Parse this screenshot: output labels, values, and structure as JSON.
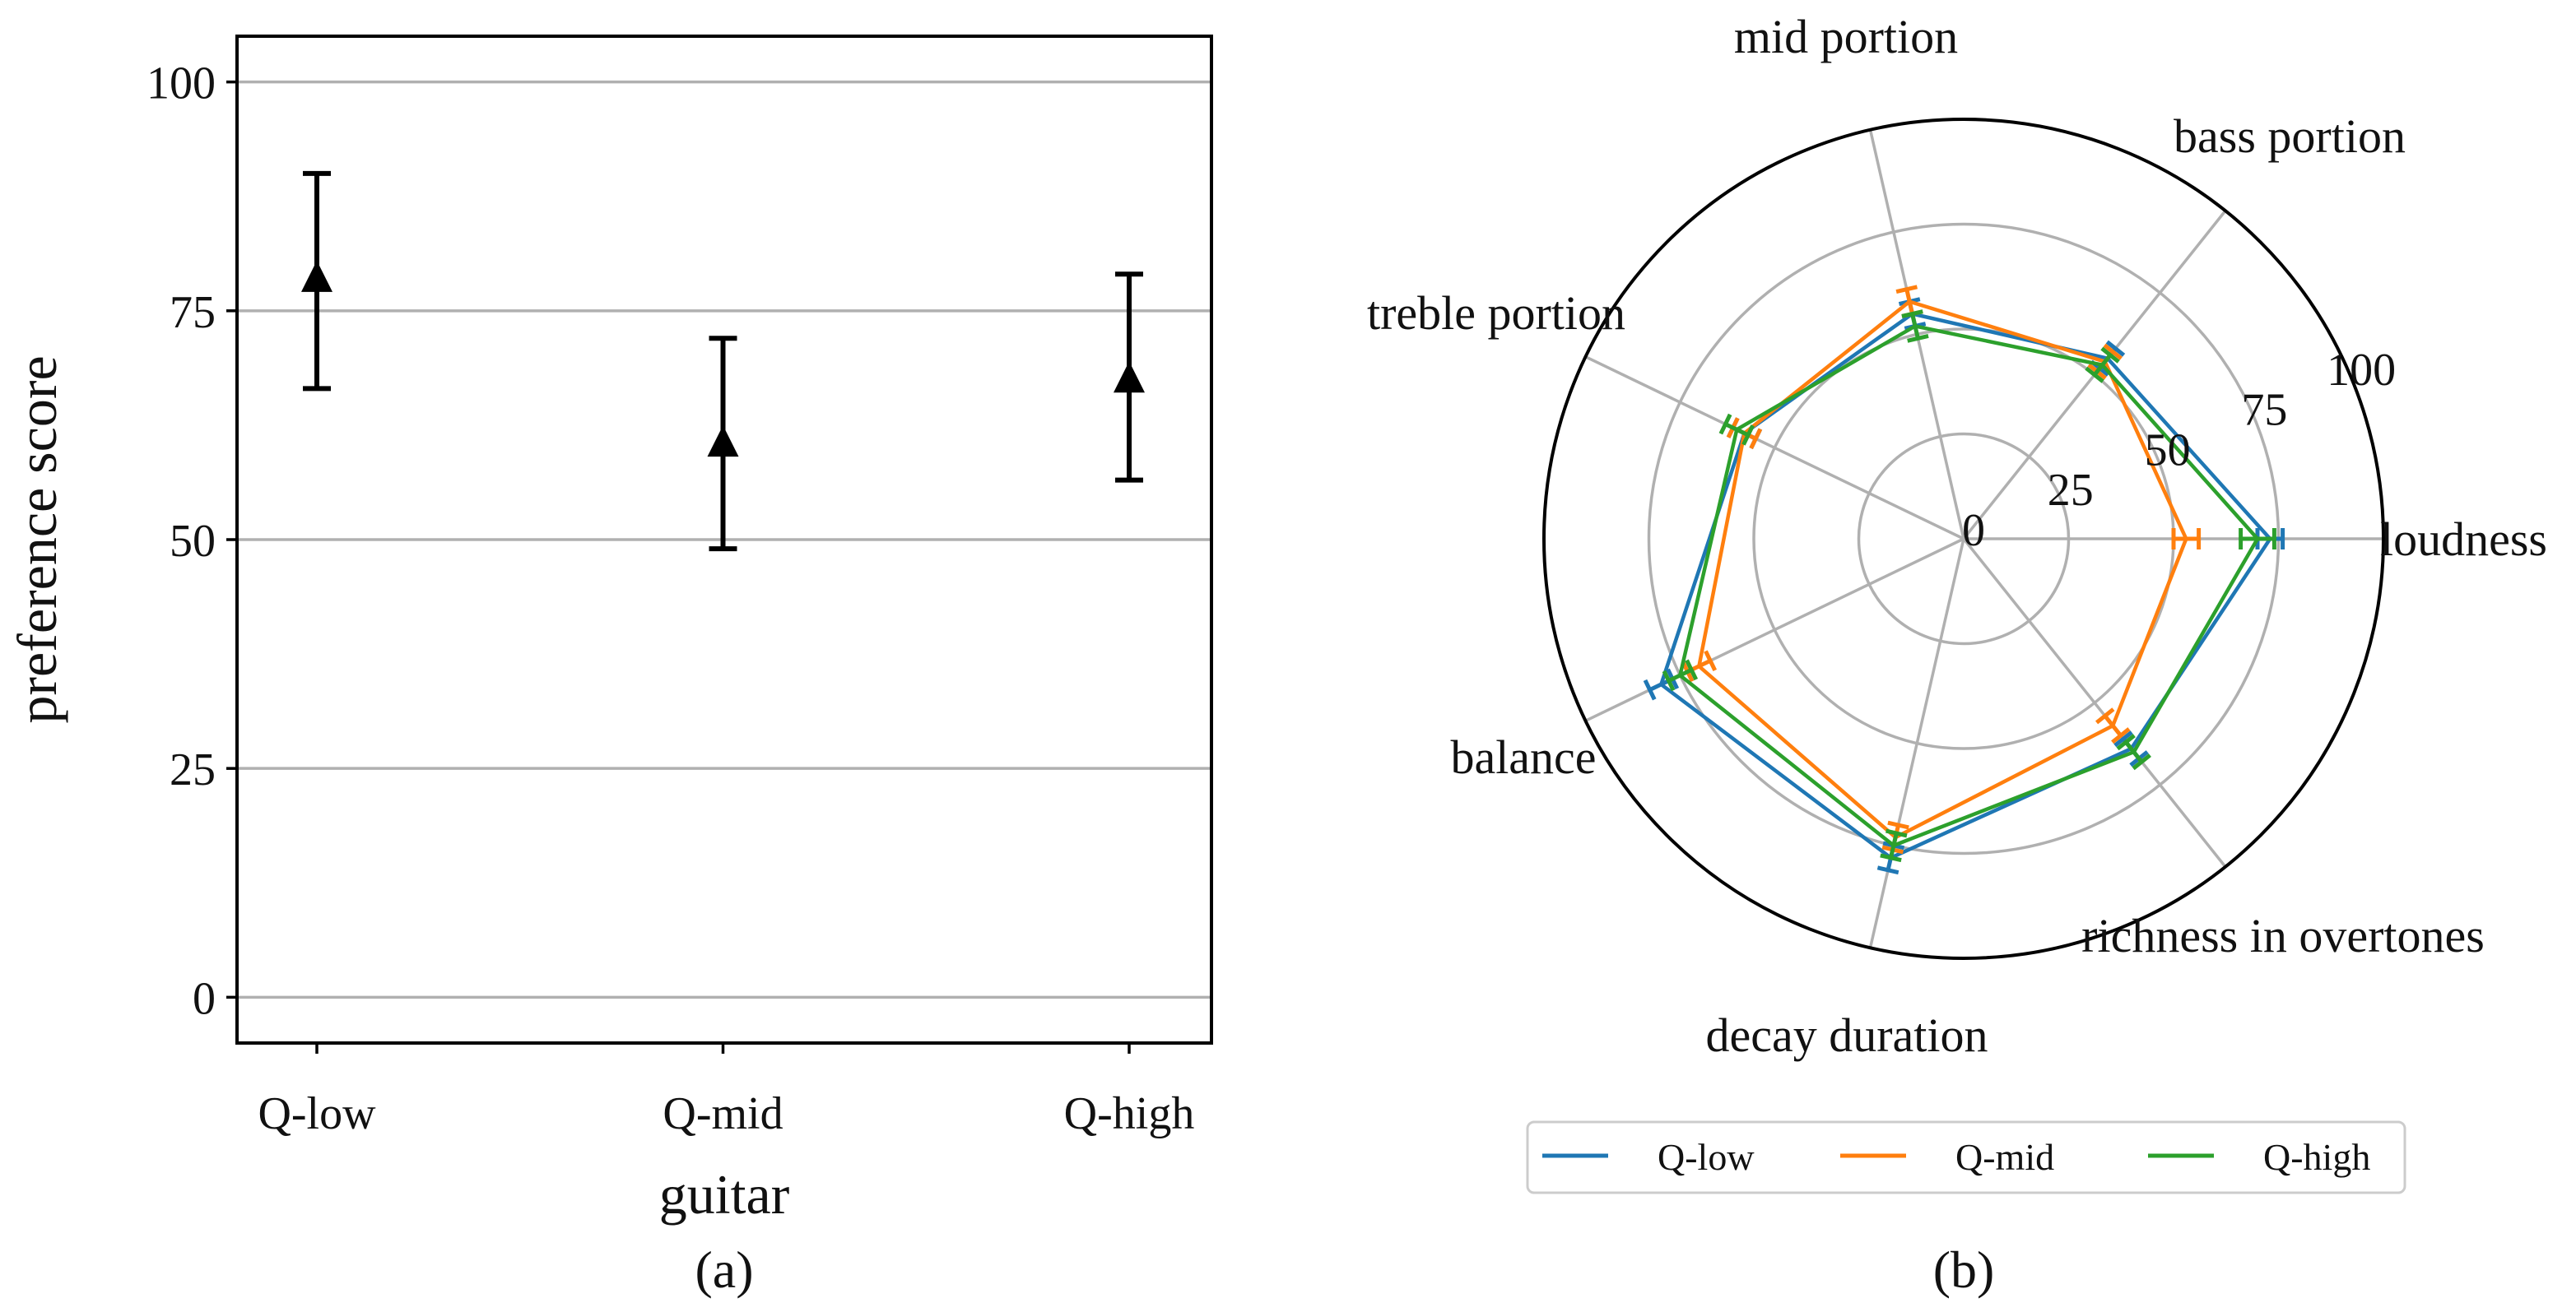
{
  "chart_data": [
    {
      "type": "scatter",
      "panel_label": "(a)",
      "xlabel": "guitar",
      "ylabel": "preference score",
      "categories": [
        "Q-low",
        "Q-mid",
        "Q-high"
      ],
      "values": [
        78.5,
        60.5,
        67.5
      ],
      "error_low": [
        66.5,
        49.0,
        56.5
      ],
      "error_high": [
        90.0,
        72.0,
        79.0
      ],
      "ylim": [
        -5,
        105
      ],
      "yticks": [
        "0",
        "25",
        "50",
        "75",
        "100"
      ],
      "grid": "horizontal",
      "marker": "triangle",
      "color": "#000000"
    },
    {
      "type": "radar",
      "panel_label": "(b)",
      "axes": [
        "loudness",
        "bass portion",
        "mid portion",
        "treble portion",
        "balance",
        "decay duration",
        "richness in overtones"
      ],
      "rlim": [
        0,
        100
      ],
      "rticks": [
        "0",
        "25",
        "50",
        "75",
        "100"
      ],
      "legend_position": "bottom",
      "series": [
        {
          "name": "Q-low",
          "color": "#1f77b4",
          "values": [
            73,
            55,
            55,
            58,
            80,
            78,
            64
          ],
          "errors": [
            3,
            3,
            3,
            3,
            3,
            3,
            3
          ]
        },
        {
          "name": "Q-mid",
          "color": "#ff7f0e",
          "values": [
            53,
            54,
            58,
            58,
            70,
            73,
            57
          ],
          "errors": [
            3,
            3,
            3,
            3,
            3,
            3,
            3
          ]
        },
        {
          "name": "Q-high",
          "color": "#2ca02c",
          "values": [
            70,
            53,
            52,
            60,
            75,
            75,
            65
          ],
          "errors": [
            4,
            3,
            3,
            3,
            3,
            3,
            3
          ]
        }
      ]
    }
  ]
}
